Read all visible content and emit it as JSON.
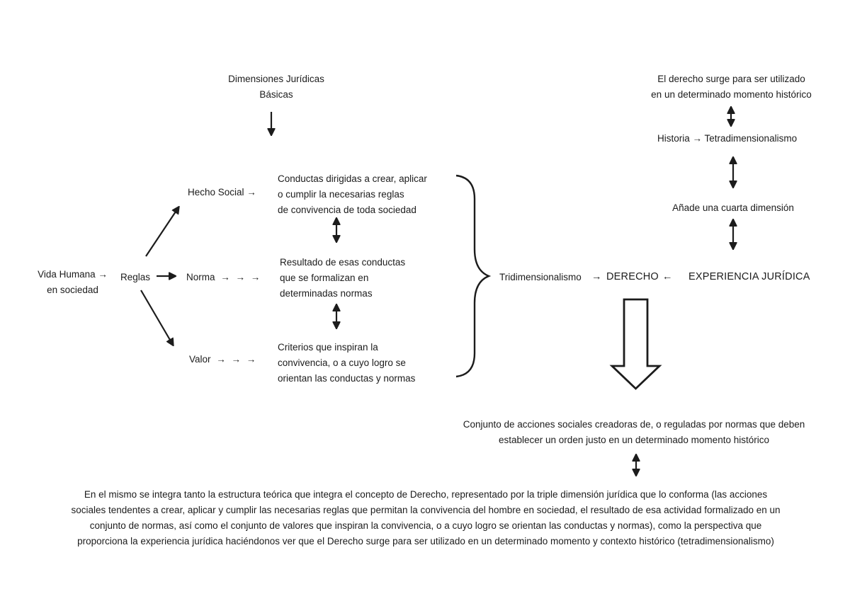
{
  "colors": {
    "ink": "#1c1c1c",
    "background": "#ffffff"
  },
  "title": "Dimensiones Jurídicas\nBásicas",
  "flow_left": {
    "vida_humana": "Vida Humana →\nen sociedad",
    "reglas": "Reglas",
    "hecho_social": "Hecho Social →",
    "norma": "Norma → → →",
    "valor": "Valor → → →"
  },
  "descriptions": {
    "conductas": "Conductas dirigidas a crear, aplicar\no cumplir la necesarias reglas\nde convivencia de toda sociedad",
    "resultado": "Resultado de esas conductas\nque se formalizan en\ndeterminadas normas",
    "criterios": "Criterios que inspiran la\nconvivencia, o a cuyo logro se\norientan las conductas y normas"
  },
  "center_row": {
    "tridimensionalismo": "Tridimensionalismo",
    "arrow_to_derecho": "→",
    "derecho": "DERECHO",
    "arrow_from_experiencia": "←",
    "experiencia_juridica": "EXPERIENCIA JURÍDICA"
  },
  "right_column": {
    "surge_historico": "El derecho surge para ser utilizado\nen un determinado momento histórico",
    "historia_tetra": "Historia → Tetradimensionalismo",
    "cuarta_dimension": "Añade una cuarta dimensión"
  },
  "bottom": {
    "conjunto_acciones": "Conjunto de acciones sociales creadoras de, o reguladas por normas que deben\nestablecer un orden justo en un determinado momento histórico",
    "parrafo_final": "En el mismo se integra tanto la estructura teórica que integra el concepto de Derecho, representado por la triple dimensión jurídica que lo conforma (las acciones\nsociales tendentes a crear, aplicar y cumplir las necesarias reglas que permitan la convivencia del hombre en sociedad, el resultado de esa actividad formalizado en un\nconjunto de normas, así como el conjunto de valores que inspiran la convivencia, o a cuyo logro se orientan las conductas y normas), como la perspectiva que\nproporciona la experiencia jurídica haciéndonos ver que el Derecho surge para ser utilizado en un determinado momento y contexto histórico (tetradimensionalismo)"
  }
}
